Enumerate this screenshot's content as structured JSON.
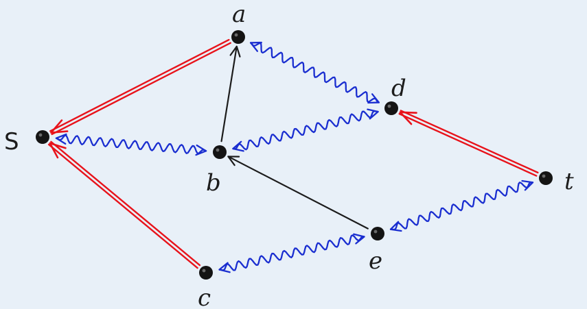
{
  "nodes": [
    {
      "id": "a",
      "label": "a"
    },
    {
      "id": "b",
      "label": "b"
    },
    {
      "id": "c",
      "label": "c"
    },
    {
      "id": "d",
      "label": "d"
    },
    {
      "id": "e",
      "label": "e"
    },
    {
      "id": "s",
      "label": "S"
    },
    {
      "id": "t",
      "label": "t"
    }
  ],
  "edges": [
    {
      "from": "a",
      "to": "s",
      "kind": "double"
    },
    {
      "from": "c",
      "to": "s",
      "kind": "double"
    },
    {
      "from": "t",
      "to": "d",
      "kind": "double"
    },
    {
      "from": "b",
      "to": "a",
      "kind": "plain"
    },
    {
      "from": "e",
      "to": "b",
      "kind": "plain"
    },
    {
      "from": "a",
      "to": "d",
      "kind": "wavy"
    },
    {
      "from": "d",
      "to": "b",
      "kind": "wavy"
    },
    {
      "from": "s",
      "to": "b",
      "kind": "wavy"
    },
    {
      "from": "c",
      "to": "e",
      "kind": "wavy"
    },
    {
      "from": "e",
      "to": "t",
      "kind": "wavy"
    }
  ],
  "colors": {
    "background": "#e8f0f8",
    "double": "#e8131b",
    "plain": "#1c1c1c",
    "wavy": "#1a2ed0",
    "node": "#141414"
  }
}
